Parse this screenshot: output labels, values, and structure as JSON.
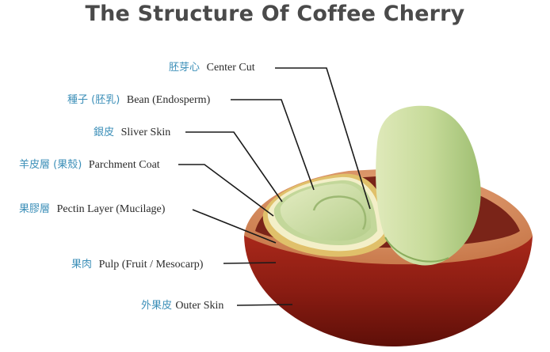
{
  "title": "The Structure Of  Coffee Cherry",
  "labels": [
    {
      "zh": "胚芽心",
      "en": "Center Cut"
    },
    {
      "zh": "種子 (胚乳)",
      "en": "Bean (Endosperm)"
    },
    {
      "zh": "銀皮",
      "en": "Sliver Skin"
    },
    {
      "zh": "羊皮層 (果殼)",
      "en": "Parchment Coat"
    },
    {
      "zh": "果膠層",
      "en": "Pectin Layer (Mucilage)"
    },
    {
      "zh": "果肉",
      "en": "Pulp (Fruit / Mesocarp)"
    },
    {
      "zh": "外果皮",
      "en": "Outer Skin"
    }
  ],
  "colors": {
    "outer_skin": "#8a1c12",
    "pulp": "#d4875a",
    "pectin": "#e0c06a",
    "parchment": "#f0ebbf",
    "silver_skin": "#c9d99a",
    "bean": "#bcd69a",
    "chinese_text": "#3c8fb8"
  }
}
